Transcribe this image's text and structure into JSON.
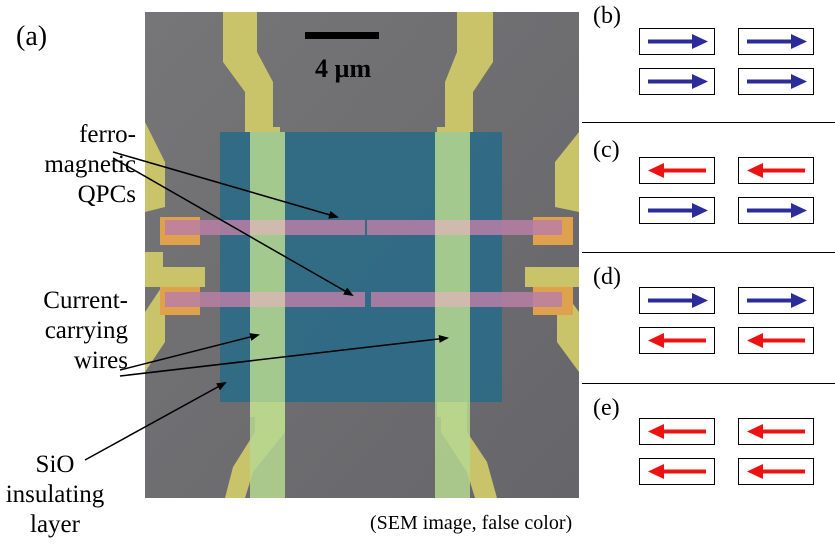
{
  "figure": {
    "panel_a_label": "(a)",
    "scale_bar_label": "4 µm",
    "caption": "(SEM image, false color)",
    "annotations": {
      "qpc": [
        "ferro-",
        "magnetic",
        "QPCs"
      ],
      "wires": [
        "Current-",
        "carrying",
        "wires"
      ],
      "sio": [
        "SiO",
        "insulating",
        "layer"
      ]
    },
    "panels": [
      {
        "label": "(b)",
        "top": "right",
        "bottom": "right"
      },
      {
        "label": "(c)",
        "top": "left",
        "bottom": "right"
      },
      {
        "label": "(d)",
        "top": "right",
        "bottom": "left"
      },
      {
        "label": "(e)",
        "top": "left",
        "bottom": "left"
      }
    ],
    "colors": {
      "right_arrow": "#2b2b9a",
      "left_arrow": "#ee1111",
      "gold_leads": "#c9c36a",
      "insulator": "#2c6a86",
      "wire_stripes": "#b6d891",
      "qpc_wires": "#b87fa6"
    }
  }
}
